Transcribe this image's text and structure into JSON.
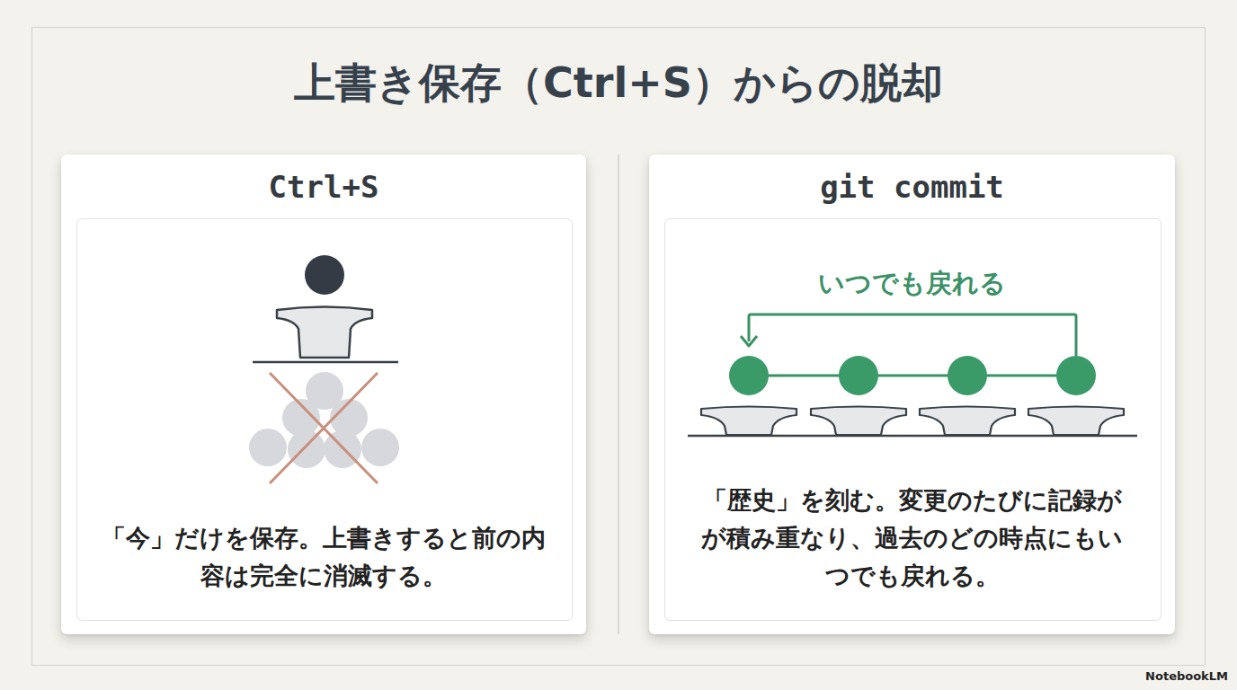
{
  "diagram": {
    "title": "上書き保存（Ctrl+S）からの脱却",
    "nodes": [
      {
        "text": [
          "Ctrl+S",
          "「今」だけを保存。上書きすると前の内容は完全に消滅する。"
        ]
      },
      {
        "text": [
          "git commit",
          "「歴史」を刻む。変更のたびに記録がが積み重なり、過去のどの時点にもいつでも戻れる。"
        ]
      }
    ],
    "edges": [],
    "labels": [
      "いつでも戻れる",
      "NotebookLM"
    ]
  }
}
